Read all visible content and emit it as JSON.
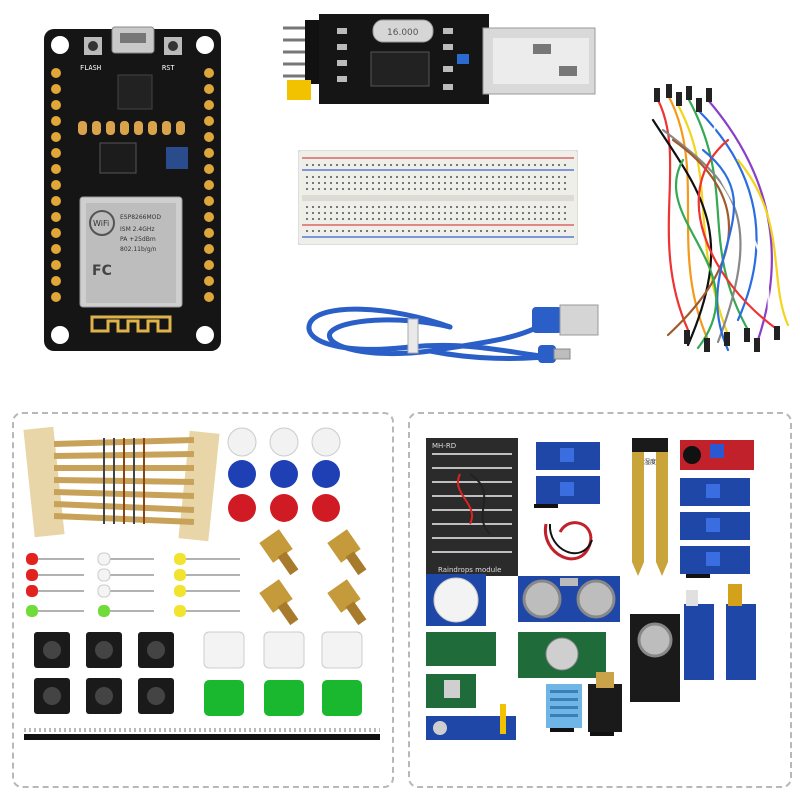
{
  "nodemcu": {
    "silk_top_left": "FLASH",
    "silk_top_right": "RST",
    "wifi_logo": "WiFi",
    "module_name": "ESP8266MOD",
    "module_fcc": "FC",
    "module_lines": [
      "ISM 2.4GHz",
      "PA +25dBm",
      "802.11b/g/n"
    ]
  },
  "usb_ttl": {
    "crystal_label": "16.000"
  },
  "kit_panel_left": {
    "title": ""
  },
  "kit_panel_right": {
    "rain_sensor_label": "Raindrops module",
    "rain_header_label": "MH-RD",
    "soil_label": "土壤湿度检测"
  },
  "colors": {
    "pcb_black": "#111111",
    "usb_blue": "#2a5fc7",
    "dashed_border": "#b8b8b8",
    "sensor_blue": "#1e47a8",
    "red_board": "#c0212a",
    "green_board": "#1f6b3a"
  }
}
